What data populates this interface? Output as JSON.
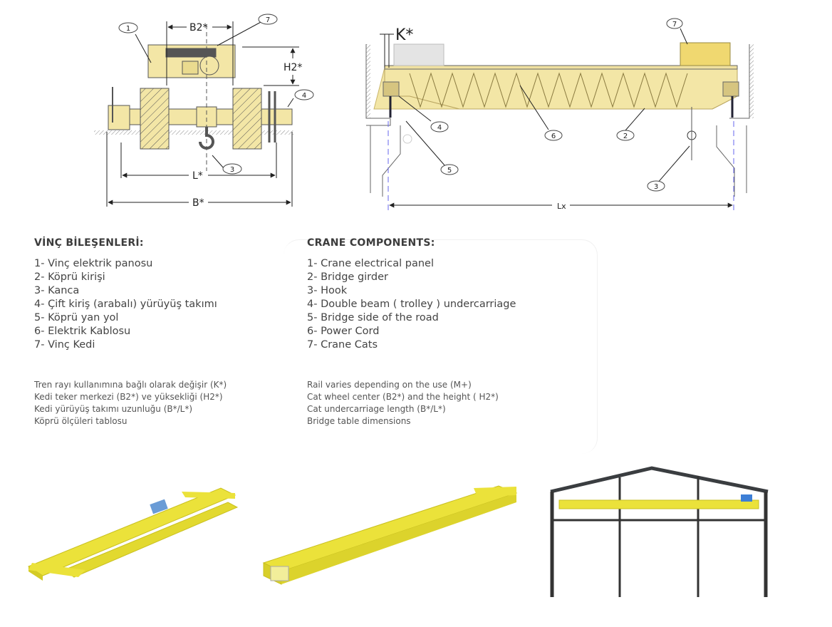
{
  "diagram_labels": {
    "side_view": {
      "b2": "B2*",
      "h2": "H2*",
      "l": "L*",
      "b": "B*",
      "callouts": [
        "1",
        "7",
        "4",
        "3"
      ]
    },
    "front_view": {
      "k": "K*",
      "lx": "Lx",
      "callouts": [
        "7",
        "4",
        "6",
        "2",
        "5",
        "3"
      ]
    }
  },
  "turkish": {
    "heading": "VİNÇ BİLEŞENLERİ:",
    "items": [
      "1- Vinç elektrik panosu",
      "2- Köprü kirişi",
      "3- Kanca",
      "4- Çift kiriş (arabalı) yürüyüş takımı",
      "5- Köprü yan yol",
      "6- Elektrik Kablosu",
      "7- Vinç Kedi"
    ],
    "notes": [
      "Tren rayı kullanımına bağlı olarak değişir (K*)",
      "Kedi teker merkezi (B2*) ve yüksekliği (H2*)",
      "Kedi yürüyüş takımı uzunluğu (B*/L*)",
      "Köprü ölçüleri tablosu"
    ]
  },
  "english": {
    "heading": "CRANE COMPONENTS:",
    "items": [
      "1- Crane electrical panel",
      "2- Bridge girder",
      "3- Hook",
      "4- Double beam ( trolley ) undercarriage",
      "5- Bridge side of the road",
      "6- Power Cord",
      "7- Crane Cats"
    ],
    "notes": [
      "Rail varies depending on the use (M+)",
      "Cat wheel center (B2*) and the height ( H2*)",
      "Cat undercarriage length (B*/L*)",
      "Bridge table dimensions"
    ]
  },
  "colors": {
    "crane_yellow": "#f3e6a6",
    "render_yellow": "#ebe23a",
    "line": "#333333"
  }
}
